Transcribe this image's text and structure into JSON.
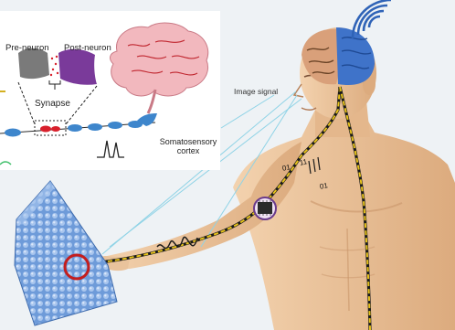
{
  "labels": {
    "pre_neuron": "Pre-neuron",
    "post_neuron": "Post-neuron",
    "synapse": "Synapse",
    "cortex_line1": "Somatosensory",
    "cortex_line2": "cortex",
    "image_signal": "Image signal"
  },
  "arm_digits": [
    "01",
    "11",
    "01"
  ],
  "colors": {
    "skin": "#e9c39c",
    "skin_shadow": "#cf9f74",
    "brain_pink": "#f2b8be",
    "brain_blue": "#3f73c9",
    "axon_blue": "#3e86cc",
    "synapse_red": "#d8202c",
    "pre_neuron_gray": "#7a7a7a",
    "post_neuron_purple": "#7a3a9a",
    "nerve_yellow": "#e6c21a",
    "sensor_blue": "#7fa6df",
    "highlight_red": "#c41e1e",
    "signal_cyan": "#8fd3e6"
  }
}
